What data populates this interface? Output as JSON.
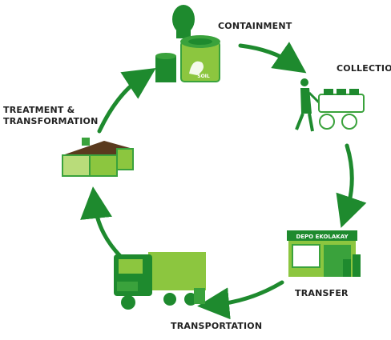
{
  "diagram": {
    "stages": [
      {
        "id": "containment",
        "label": "CONTAINMENT"
      },
      {
        "id": "collection",
        "label": "COLLECTION"
      },
      {
        "id": "transfer",
        "label": "TRANSFER"
      },
      {
        "id": "transportation",
        "label": "TRANSPORTATION"
      },
      {
        "id": "treatment",
        "label_line1": "TREATMENT &",
        "label_line2": "TRANSFORMATION"
      }
    ],
    "toilet_brand": "SOIL",
    "depot_sign": "DEPO EKOLAKAY"
  },
  "colors": {
    "dark_green": "#1e8a2e",
    "mid_green": "#3aa23c",
    "light_green": "#8cc63f",
    "pale_green": "#b9dc7a",
    "text": "#222222"
  }
}
